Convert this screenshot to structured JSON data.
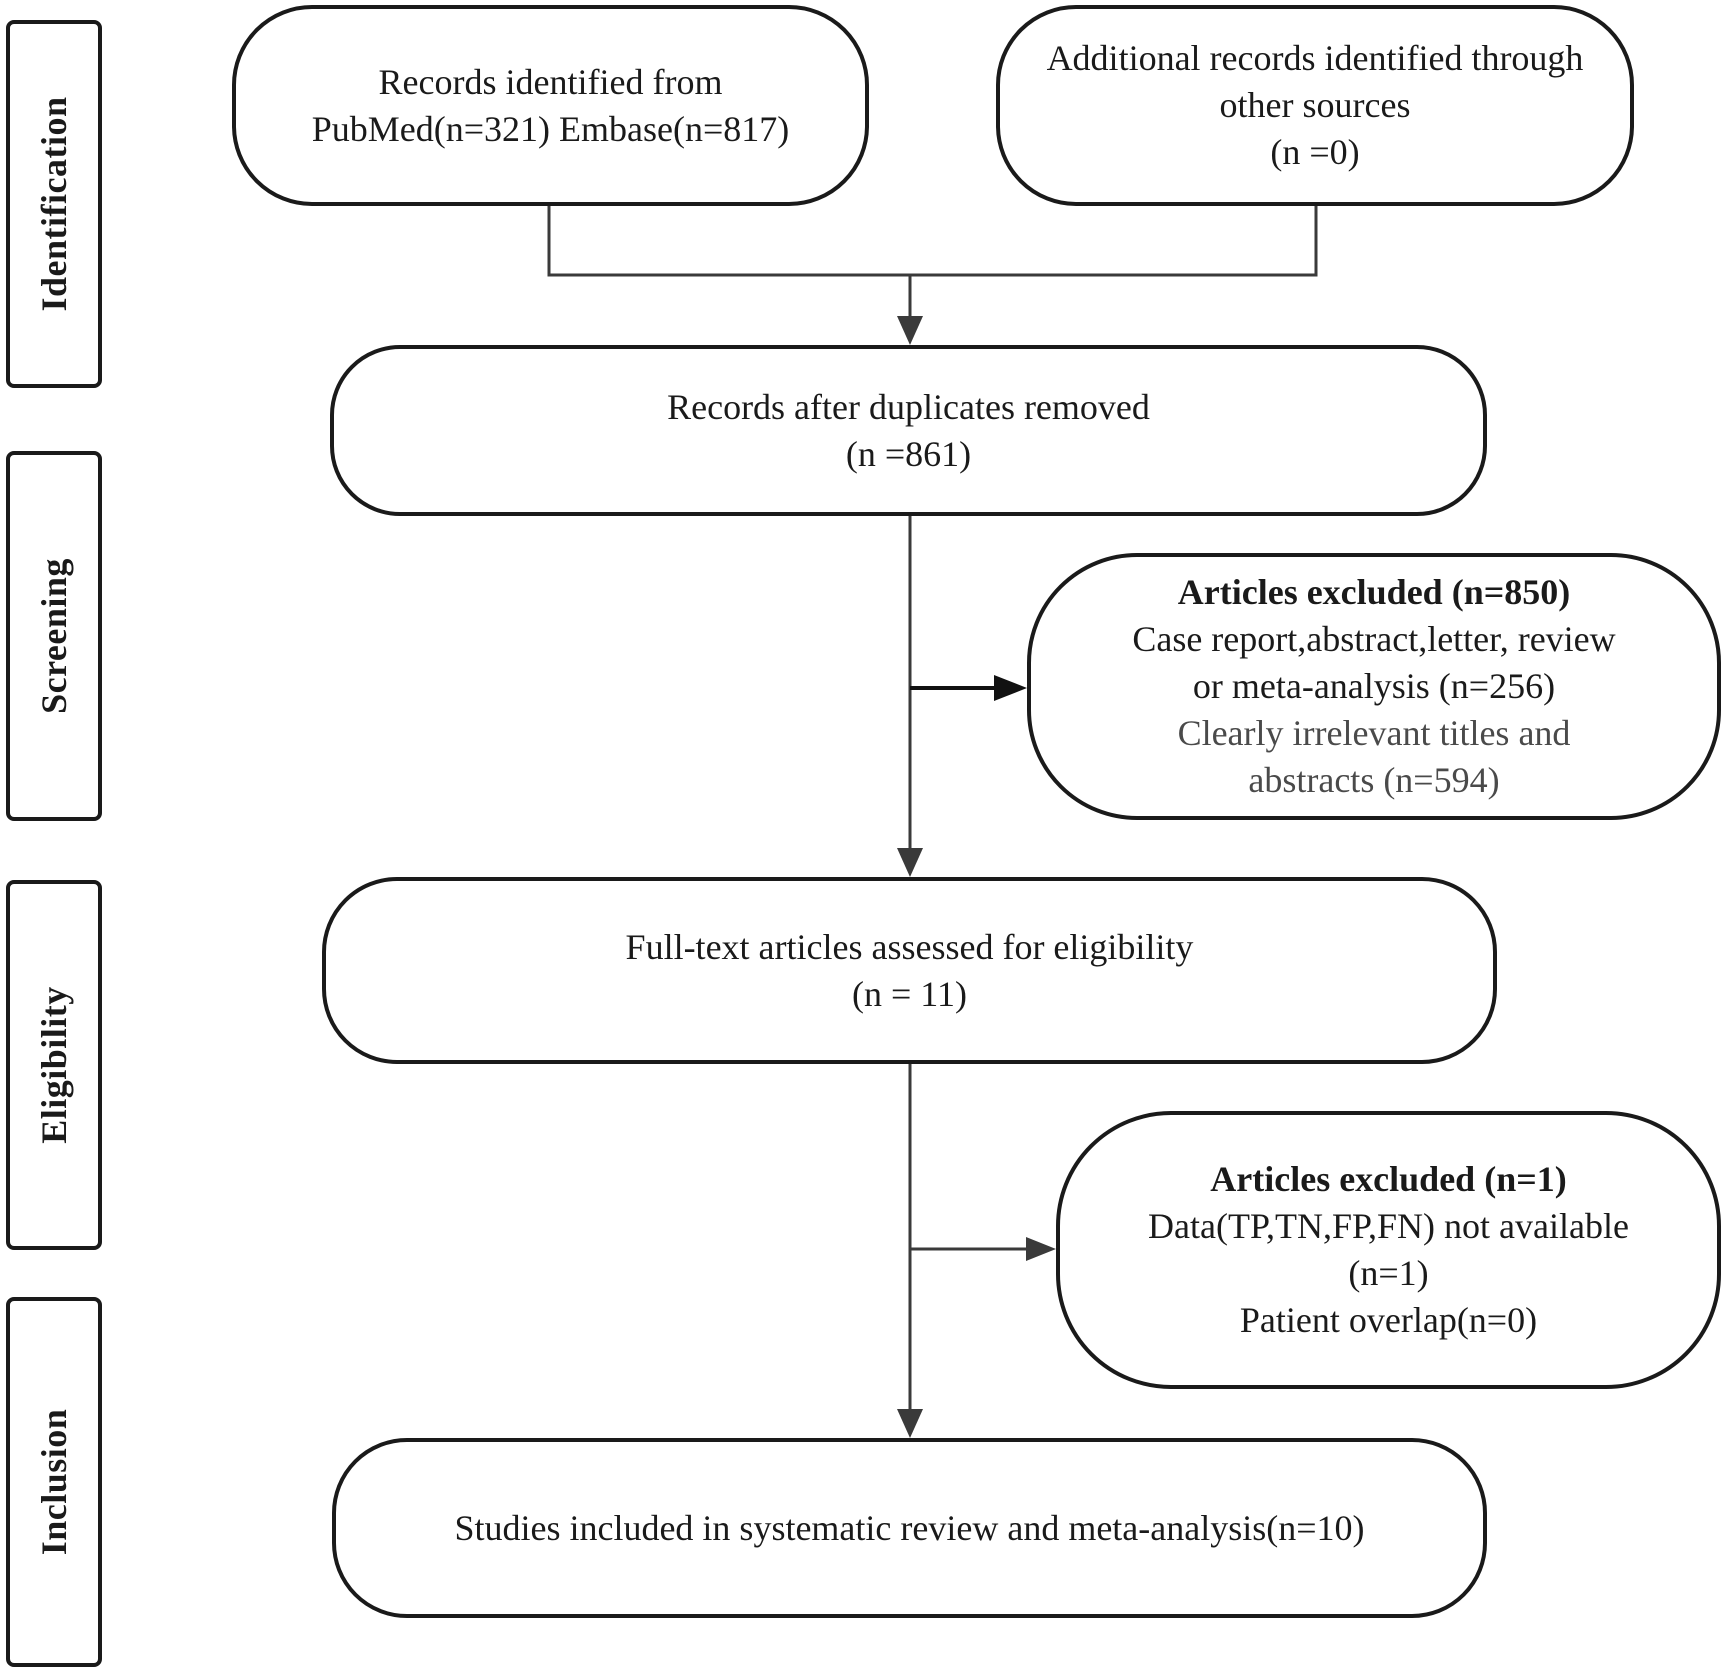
{
  "phases": {
    "identification": "Identification",
    "screening": "Screening",
    "eligibility": "Eligibility",
    "inclusion": "Inclusion"
  },
  "boxes": {
    "pubmed_embase": {
      "line1": "Records identified from",
      "line2": "PubMed(n=321) Embase(n=817)"
    },
    "other_sources": {
      "line1": "Additional records identified through",
      "line2": "other sources",
      "line3": "(n =0)"
    },
    "after_duplicates": {
      "line1": "Records after duplicates removed",
      "line2": "(n =861)"
    },
    "excluded_screening": {
      "title": "Articles excluded  (n=850)",
      "line1": "Case report,abstract,letter, review",
      "line2": "or meta-analysis  (n=256)",
      "line3": "Clearly irrelevant titles and",
      "line4": "abstracts (n=594)"
    },
    "full_text": {
      "line1": "Full-text articles assessed for eligibility",
      "line2": "(n = 11)"
    },
    "excluded_eligibility": {
      "title": "Articles excluded  (n=1)",
      "line1": "Data(TP,TN,FP,FN) not available",
      "line2": "(n=1)",
      "line3": "Patient overlap(n=0)"
    },
    "included": {
      "line1": "Studies included in systematic review and meta-analysis(n=10)"
    }
  },
  "colors": {
    "stroke": "#1a1a1a",
    "connector": "#3a3a3a",
    "muted_text": "#4a4a4a",
    "background": "#ffffff"
  }
}
